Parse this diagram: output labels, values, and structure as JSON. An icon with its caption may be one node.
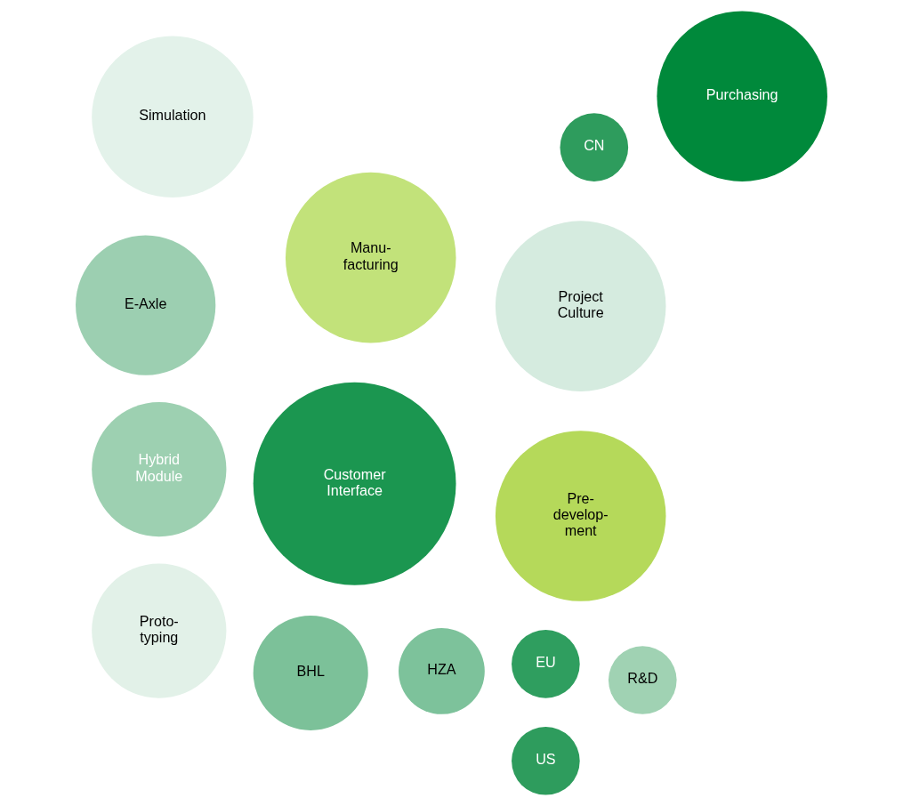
{
  "diagram": {
    "nodes": [
      {
        "text": [
          "Pre- develop- ment"
        ]
      },
      {
        "text": [
          "Project Culture"
        ]
      },
      {
        "text": [
          "E-Axle"
        ]
      },
      {
        "text": [
          "HZA"
        ]
      },
      {
        "text": [
          "EU"
        ]
      },
      {
        "text": [
          "Customer Interface"
        ]
      },
      {
        "text": [
          "BHL"
        ]
      },
      {
        "text": [
          "Manu- facturing"
        ]
      },
      {
        "text": [
          "Simulation"
        ]
      },
      {
        "text": [
          "Hybrid Module"
        ]
      },
      {
        "text": [
          "R&D"
        ]
      },
      {
        "text": [
          "Proto- typing"
        ]
      },
      {
        "text": [
          "CN"
        ]
      },
      {
        "text": [
          "US"
        ]
      },
      {
        "text": [
          "Purchasing"
        ]
      }
    ],
    "edges": []
  }
}
